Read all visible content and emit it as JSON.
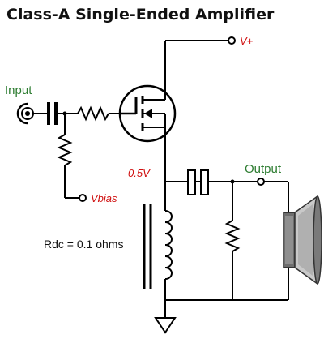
{
  "title": "Class-A Single-Ended Amplifier",
  "labels": {
    "input": "Input",
    "output": "Output",
    "vplus": "V+",
    "vbias": "Vbias",
    "node_voltage": "0.5V",
    "rdc": "Rdc = 0.1 ohms"
  },
  "colors": {
    "green_label": "#2e7d32",
    "red_label": "#d01010",
    "wire": "#000000",
    "speaker_gray": "#9a9a9a"
  }
}
